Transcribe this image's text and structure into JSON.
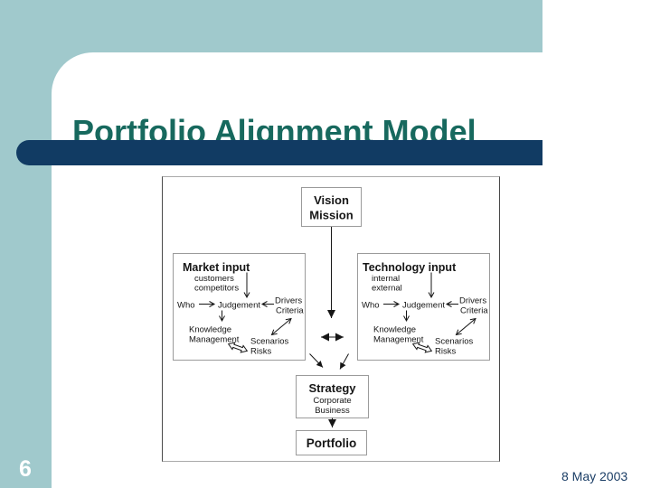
{
  "slide": {
    "title": "Portfolio Alignment Model",
    "page_number": "6",
    "date": "8 May 2003"
  },
  "diagram": {
    "vision": {
      "line1": "Vision",
      "line2": "Mission"
    },
    "market": {
      "title": "Market input",
      "input1": "customers",
      "input2": "competitors",
      "who": "Who",
      "judgement": "Judgement",
      "drivers": "Drivers",
      "criteria": "Criteria",
      "knowledge": "Knowledge",
      "management": "Management",
      "scenarios": "Scenarios",
      "risks": "Risks"
    },
    "technology": {
      "title": "Technology input",
      "input1": "internal",
      "input2": "external",
      "who": "Who",
      "judgement": "Judgement",
      "drivers": "Drivers",
      "criteria": "Criteria",
      "knowledge": "Knowledge",
      "management": "Management",
      "scenarios": "Scenarios",
      "risks": "Risks"
    },
    "strategy": {
      "title": "Strategy",
      "line1": "Corporate",
      "line2": "Business"
    },
    "portfolio": {
      "title": "Portfolio"
    }
  },
  "colors": {
    "background_teal": "#A0C9CC",
    "bar_navy": "#113B63",
    "title_green": "#17695E",
    "date_navy": "#1B3E66"
  }
}
